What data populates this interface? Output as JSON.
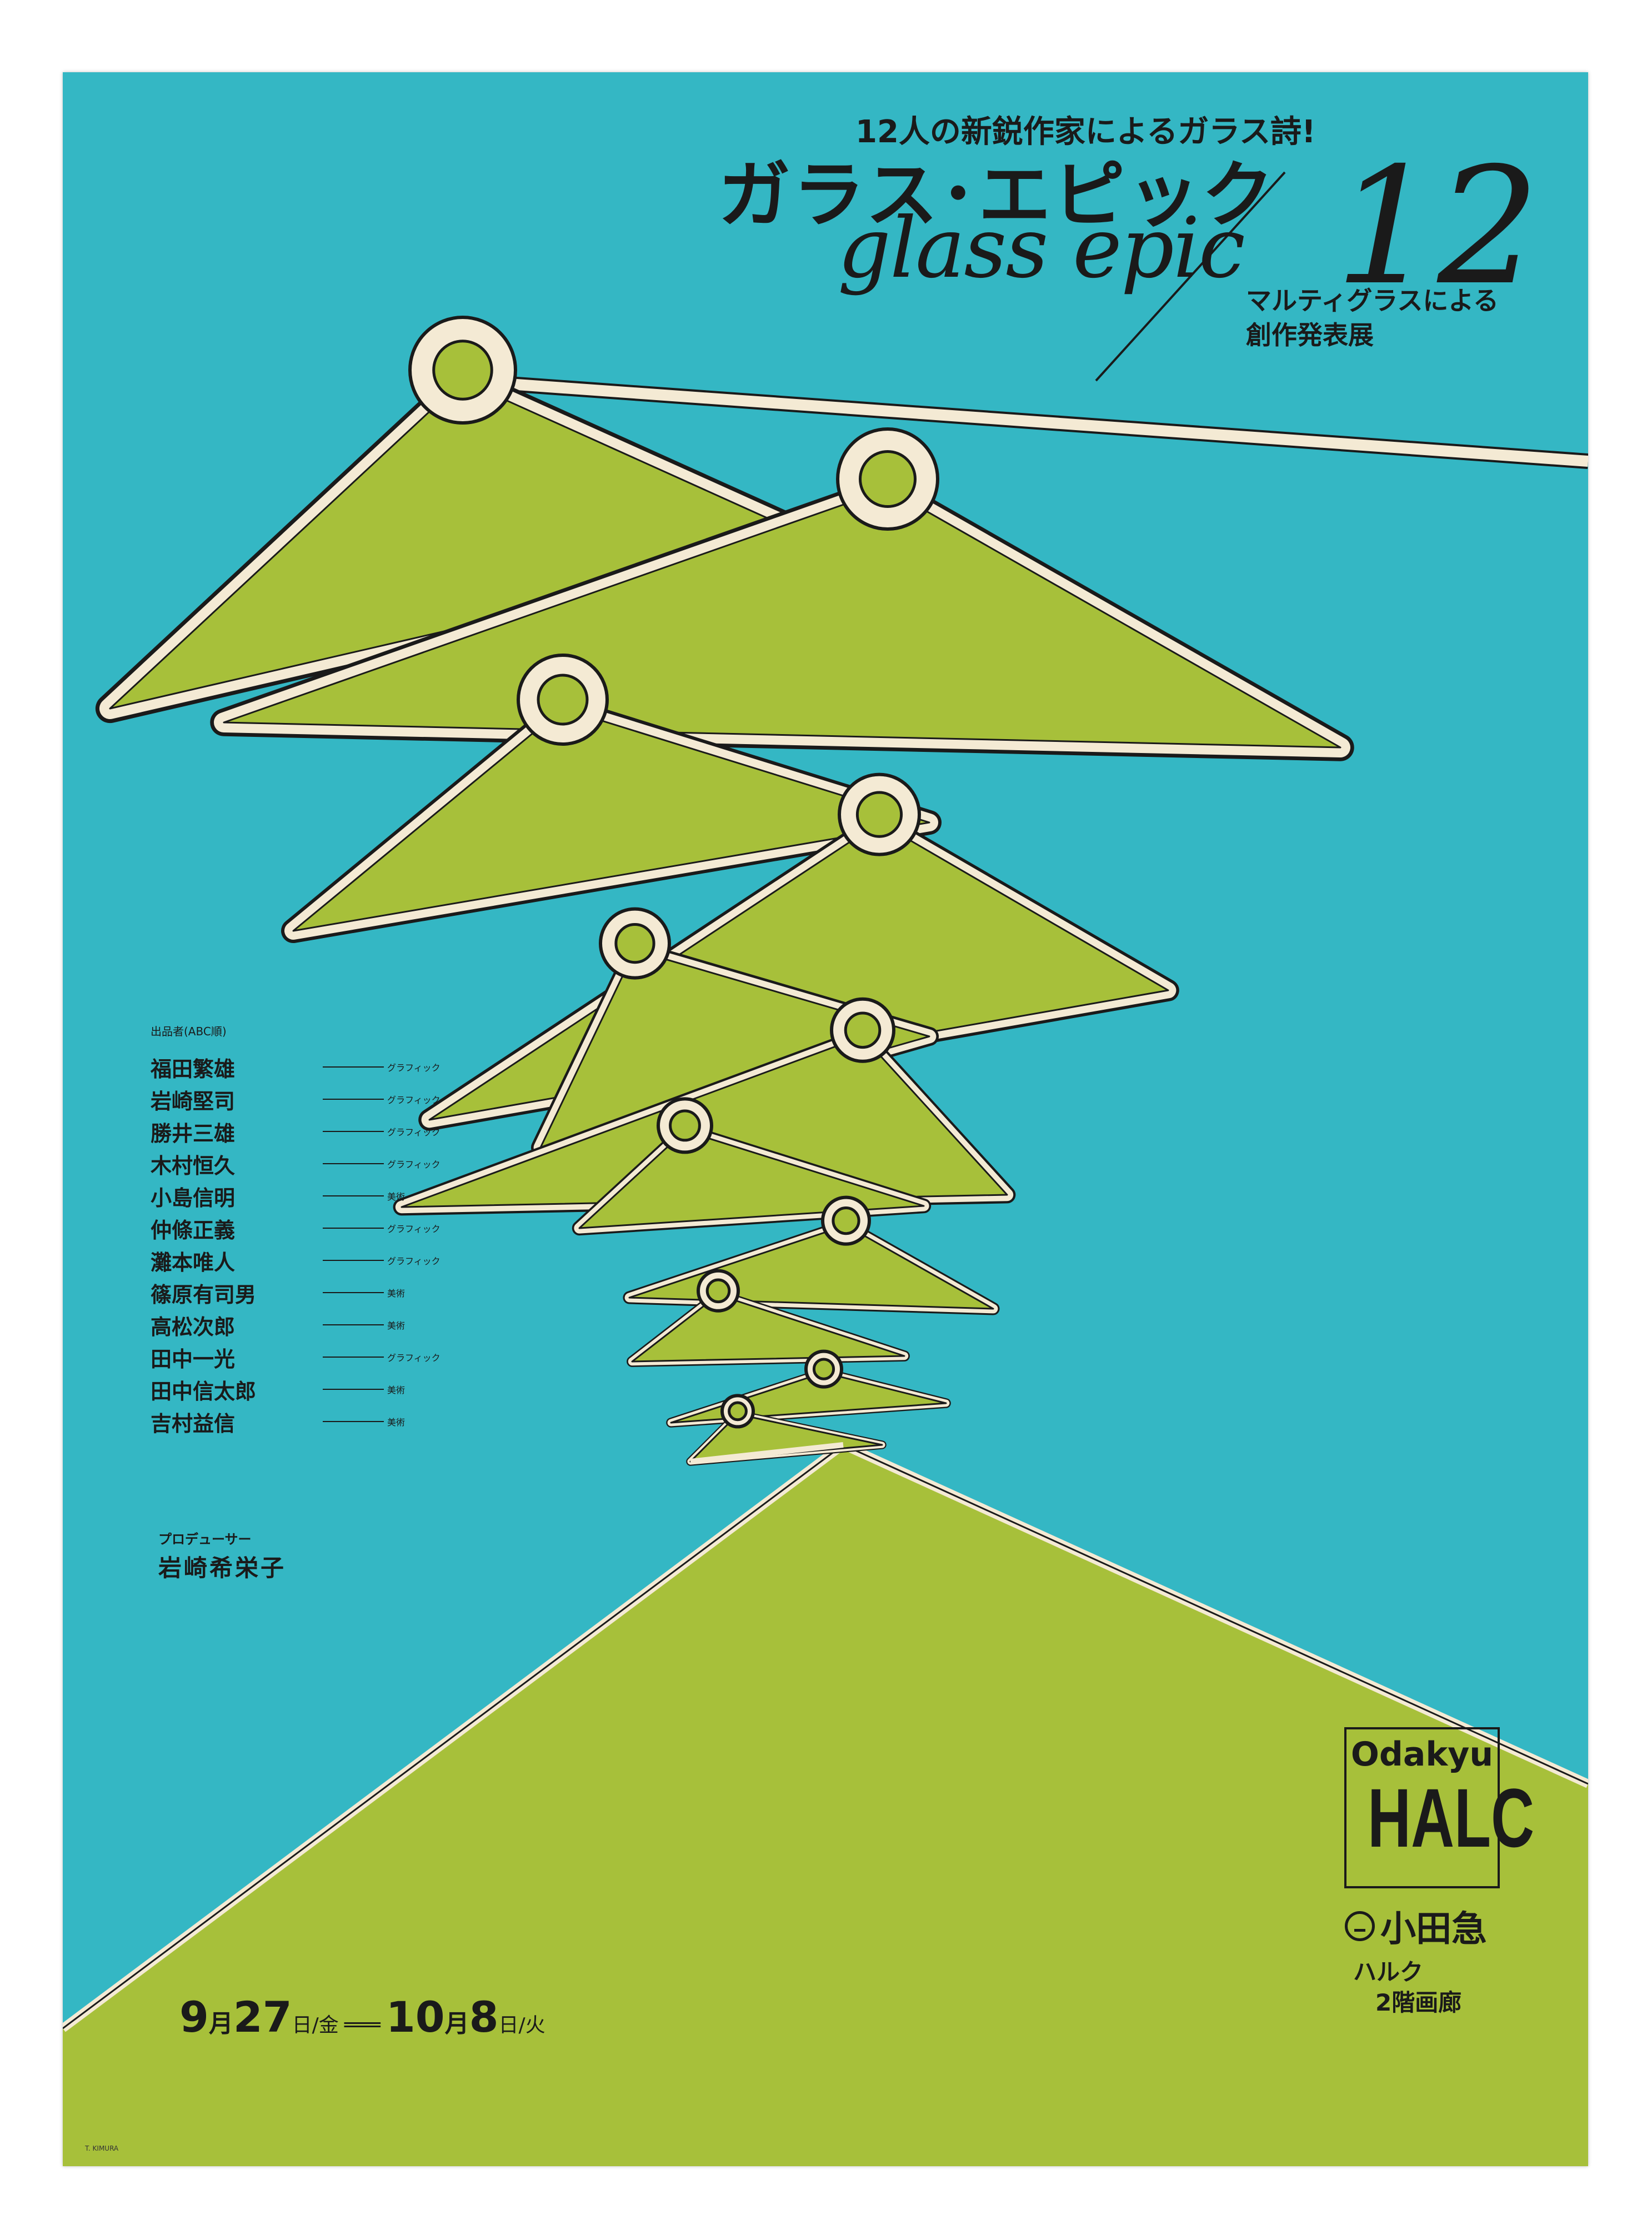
{
  "tagline": "12人の新鋭作家によるガラス詩!",
  "title_jp": "ガラス･エピック",
  "title_en": "glass epic",
  "title_number": "12",
  "subtitle_lines": [
    "マルティグラスによる",
    "創作発表展"
  ],
  "exhibitors_heading": "出品者(ABC順)",
  "exhibitors": [
    {
      "name": "福田繁雄",
      "category": "グラフィック"
    },
    {
      "name": "岩崎堅司",
      "category": "グラフィック"
    },
    {
      "name": "勝井三雄",
      "category": "グラフィック"
    },
    {
      "name": "木村恒久",
      "category": "グラフィック"
    },
    {
      "name": "小島信明",
      "category": "美術"
    },
    {
      "name": "仲條正義",
      "category": "グラフィック"
    },
    {
      "name": "灘本唯人",
      "category": "グラフィック"
    },
    {
      "name": "篠原有司男",
      "category": "美術"
    },
    {
      "name": "高松次郎",
      "category": "美術"
    },
    {
      "name": "田中一光",
      "category": "グラフィック"
    },
    {
      "name": "田中信太郎",
      "category": "美術"
    },
    {
      "name": "吉村益信",
      "category": "美術"
    }
  ],
  "producer_label": "プロデューサー",
  "producer_name": "岩崎希栄子",
  "dates": {
    "start_month": "9",
    "month_char": "月",
    "start_day": "27",
    "day_char": "日",
    "start_weekday": "/金",
    "separator": "═══",
    "end_month": "10",
    "end_day": "8",
    "end_weekday": "/火"
  },
  "logo": {
    "brand": "Odakyu",
    "name": "HALC"
  },
  "store_name": "小田急",
  "venue_lines": [
    "ハルク",
    "2階画廊"
  ],
  "credit": "T. KIMURA",
  "colors": {
    "background": "#34b7c4",
    "green": "#a7c03a",
    "cream": "#f4ead4",
    "ink": "#1a1a1a"
  }
}
